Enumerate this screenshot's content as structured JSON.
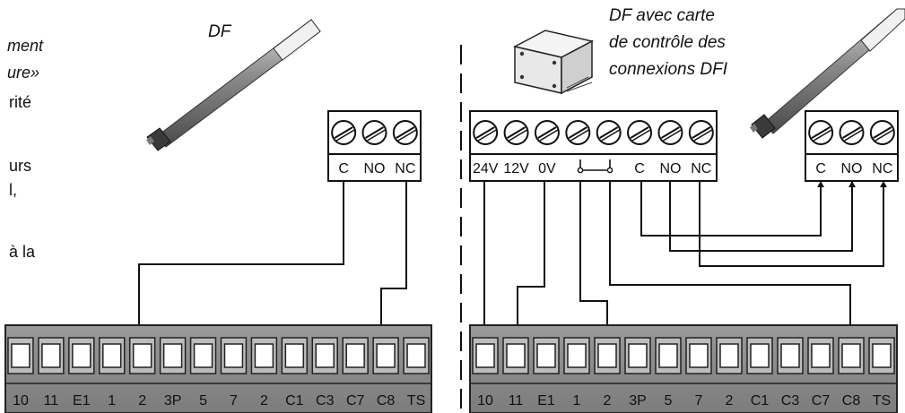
{
  "left_text": [
    "ment",
    "ure»",
    "rité",
    "urs",
    "l,",
    "à la"
  ],
  "left_device": {
    "title": "DF"
  },
  "right_device": {
    "title_lines": [
      "DF avec carte",
      "de contrôle des",
      "connexions DFI"
    ]
  },
  "relay_terminals": [
    "C",
    "NO",
    "NC"
  ],
  "dfi_terminals": [
    "24V",
    "12V",
    "0V",
    "",
    "",
    "C",
    "NO",
    "NC"
  ],
  "board_terminals": [
    "10",
    "11",
    "E1",
    "1",
    "2",
    "3P",
    "5",
    "7",
    "2",
    "C1",
    "C3",
    "C7",
    "C8",
    "TS"
  ]
}
